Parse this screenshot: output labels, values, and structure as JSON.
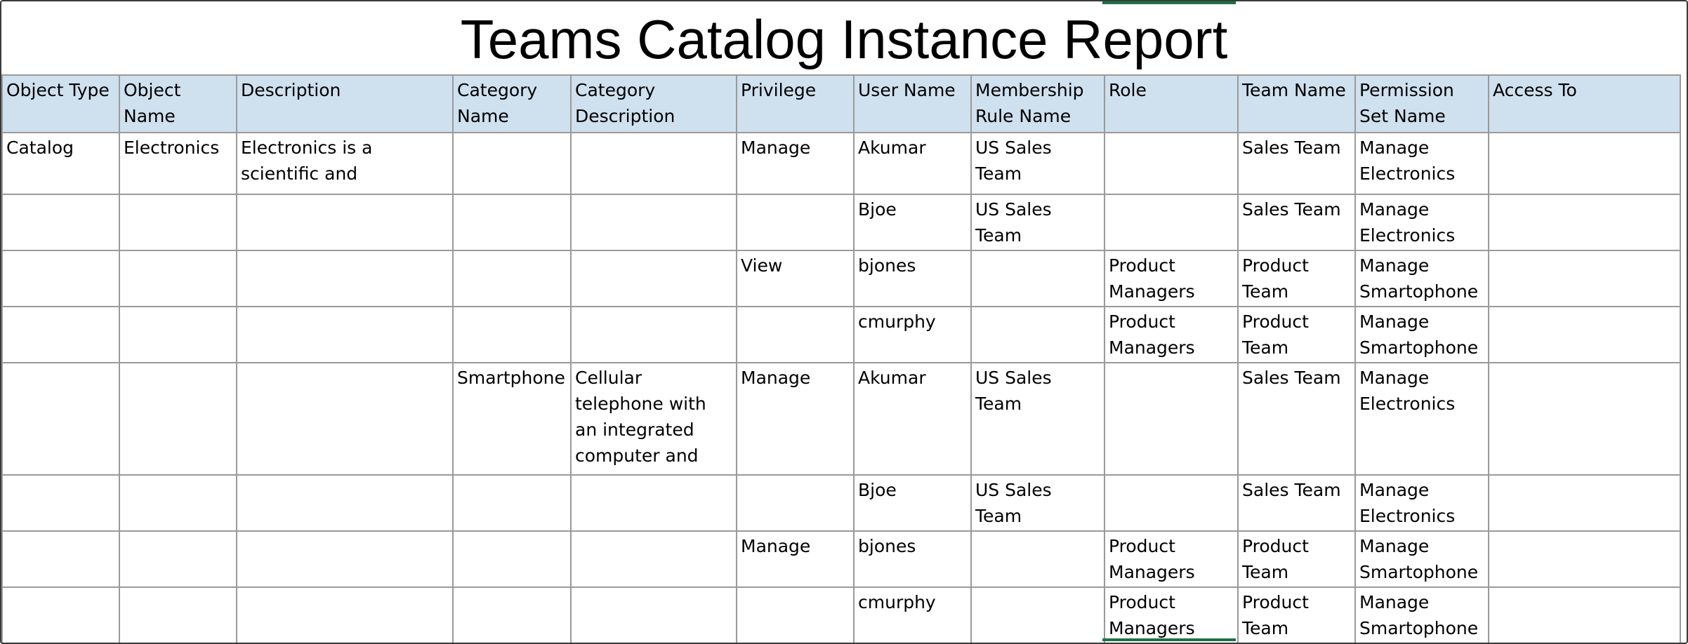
{
  "report": {
    "title": "Teams Catalog Instance Report"
  },
  "table": {
    "columns": [
      "Object Type",
      "Object Name",
      "Description",
      "Category Name",
      "Category Description",
      "Privilege",
      "User Name",
      "Membership Rule Name",
      "Role",
      "Team Name",
      "Permission Set Name",
      "Access To"
    ],
    "rows": [
      [
        "Catalog",
        "Electronics",
        "Electronics is a scientific and engineering discipline",
        "",
        "",
        "Manage",
        "Akumar",
        "US Sales Team",
        "",
        "Sales Team",
        "Manage Electronics",
        ""
      ],
      [
        "",
        "",
        "",
        "",
        "",
        "",
        "Bjoe",
        "US Sales Team",
        "",
        "Sales Team",
        "Manage Electronics",
        ""
      ],
      [
        "",
        "",
        "",
        "",
        "",
        "View",
        "bjones",
        "",
        "Product Managers",
        "Product Team",
        "Manage Smartophone",
        ""
      ],
      [
        "",
        "",
        "",
        "",
        "",
        "",
        "cmurphy",
        "",
        "Product Managers",
        "Product Team",
        "Manage Smartophone",
        ""
      ],
      [
        "",
        "",
        "",
        "Smartphone",
        "Cellular telephone with an integrated computer and other features",
        "Manage",
        "Akumar",
        "US Sales Team",
        "",
        "Sales Team",
        "Manage Electronics",
        ""
      ],
      [
        "",
        "",
        "",
        "",
        "",
        "",
        "Bjoe",
        "US Sales Team",
        "",
        "Sales Team",
        "Manage Electronics",
        ""
      ],
      [
        "",
        "",
        "",
        "",
        "",
        "Manage",
        "bjones",
        "",
        "Product Managers",
        "Product Team",
        "Manage Smartophone",
        ""
      ],
      [
        "",
        "",
        "",
        "",
        "",
        "",
        "cmurphy",
        "",
        "Product Managers",
        "Product Team",
        "Manage Smartophone",
        ""
      ]
    ]
  },
  "colors": {
    "header_fill": "#cfe0ef",
    "grid_line": "#9a9a9a",
    "selection_accent": "#1e7145"
  }
}
